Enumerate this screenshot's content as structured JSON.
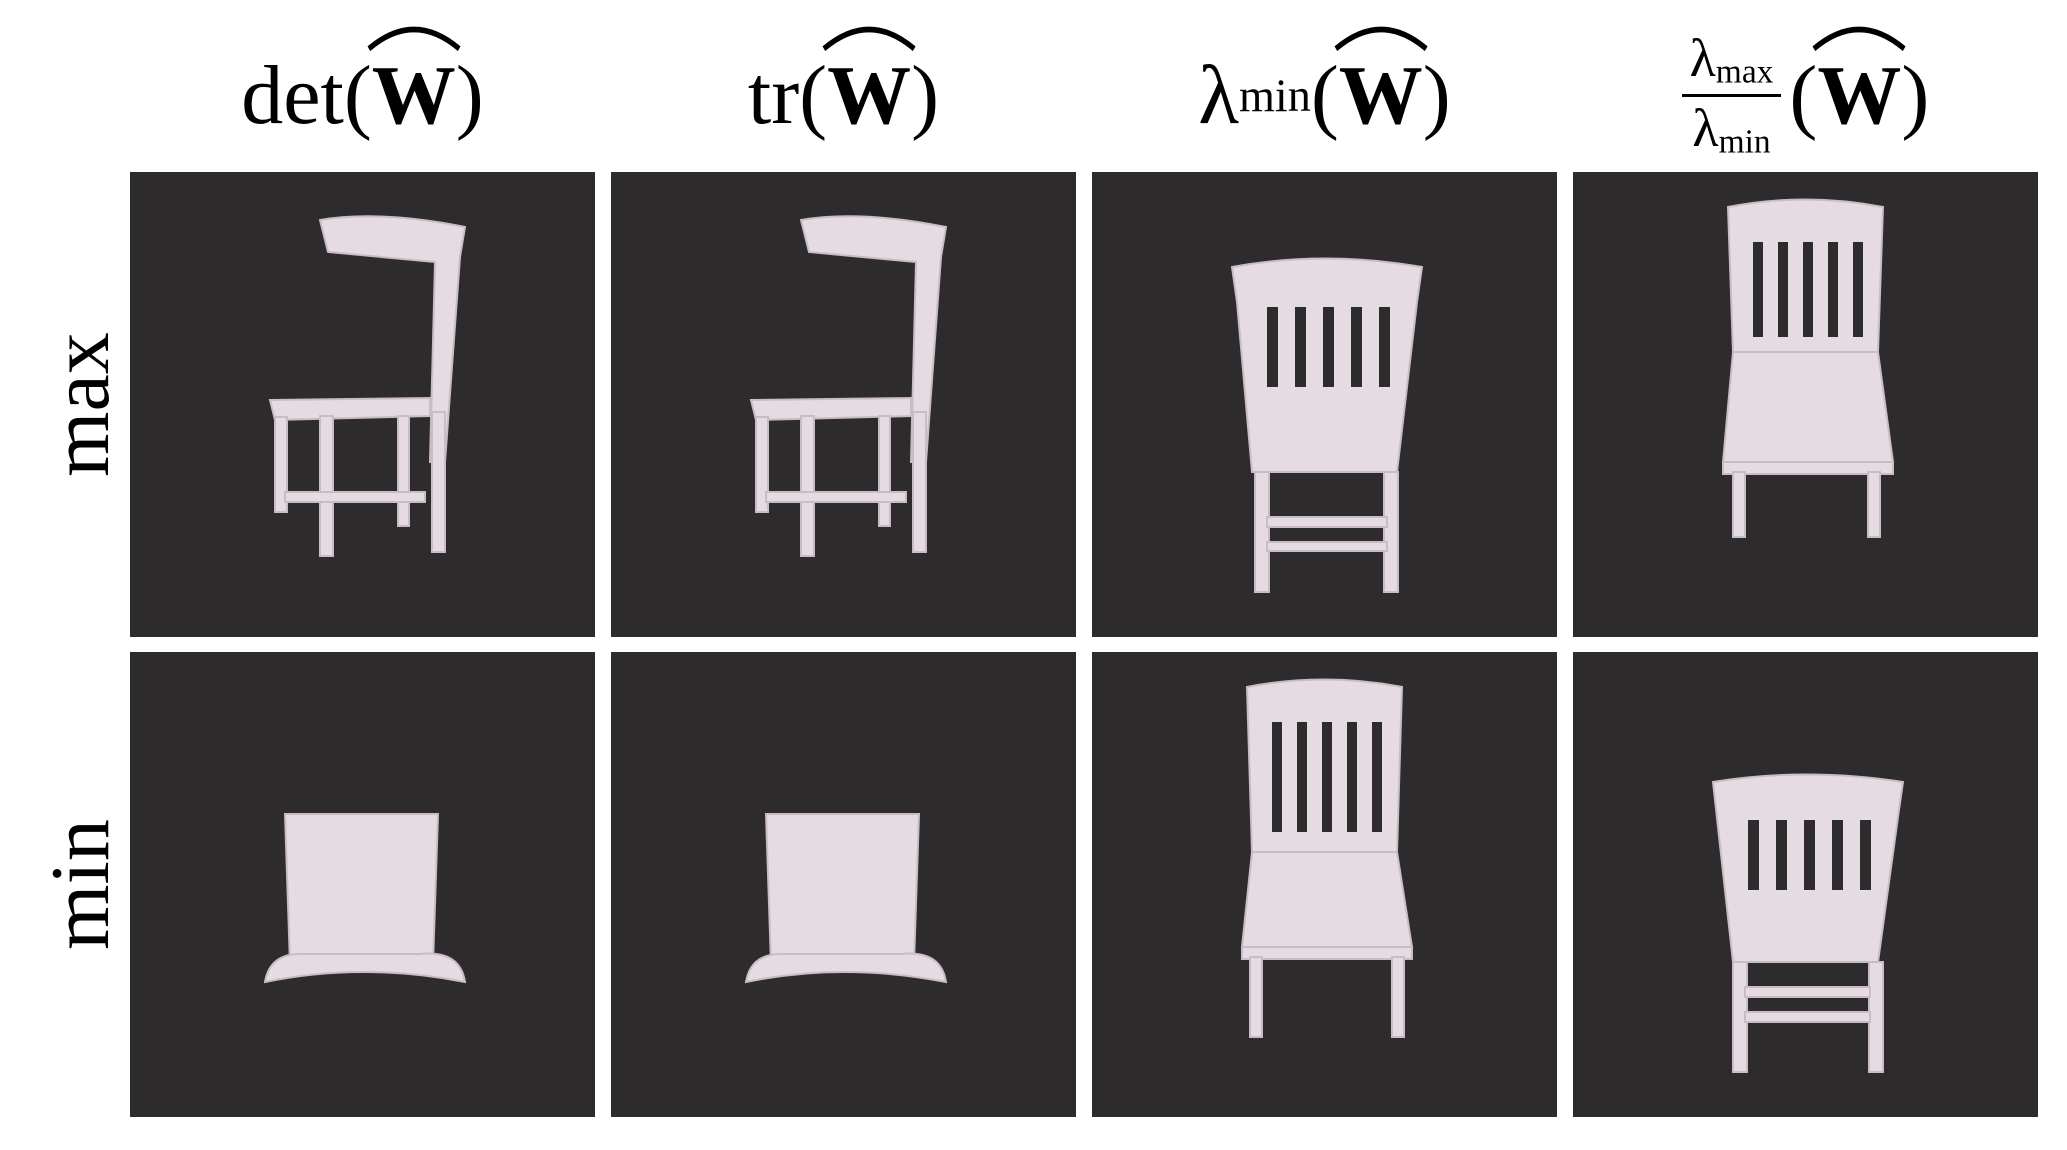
{
  "columns": [
    {
      "prefix": "det(",
      "operand": "W",
      "suffix": ")"
    },
    {
      "prefix": "tr(",
      "operand": "W",
      "suffix": ")"
    },
    {
      "lambda": "λ",
      "sub": "min",
      "operand": "W"
    },
    {
      "num_lambda": "λ",
      "num_sub": "max",
      "den_lambda": "λ",
      "den_sub": "min",
      "operand": "W"
    }
  ],
  "rows": [
    {
      "label": "max"
    },
    {
      "label": "min"
    }
  ],
  "colors": {
    "panel_background": "#2e2b2c",
    "chair": "#e5dbe2",
    "chair_shadow": "#c9bcc6"
  },
  "images": [
    {
      "row": "max",
      "col": 1,
      "view": "three-quarter side view of chair"
    },
    {
      "row": "max",
      "col": 2,
      "view": "three-quarter side view of chair"
    },
    {
      "row": "max",
      "col": 3,
      "view": "back view of chair"
    },
    {
      "row": "max",
      "col": 4,
      "view": "front view of chair from above"
    },
    {
      "row": "min",
      "col": 1,
      "view": "top-down view of chair"
    },
    {
      "row": "min",
      "col": 2,
      "view": "top-down view of chair"
    },
    {
      "row": "min",
      "col": 3,
      "view": "front view of chair from above"
    },
    {
      "row": "min",
      "col": 4,
      "view": "back view of chair"
    }
  ]
}
